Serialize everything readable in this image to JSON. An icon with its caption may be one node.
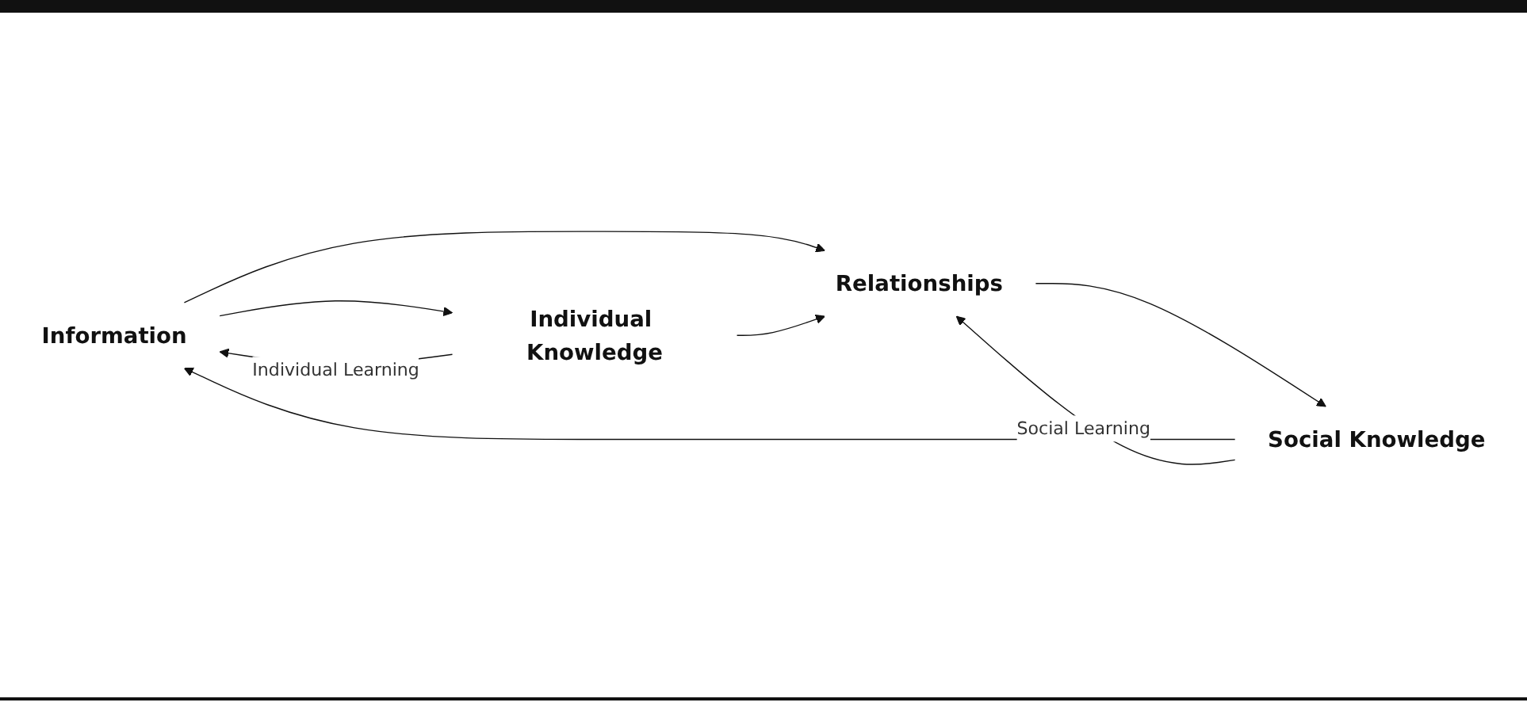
{
  "diagram": {
    "nodes": [
      {
        "text": [
          "Information"
        ]
      },
      {
        "text": [
          "Social Knowledge"
        ]
      },
      {
        "text": [
          "Individual Knowledge"
        ]
      },
      {
        "text": [
          "Relationships"
        ]
      }
    ],
    "edges": [
      {
        "from": 1,
        "to": 0,
        "arrow": "to"
      },
      {
        "from": 0,
        "to": 2,
        "arrow": "to"
      },
      {
        "from": 2,
        "to": 0,
        "arrow": "to",
        "label": "Individual Learning"
      },
      {
        "from": 0,
        "to": 3,
        "arrow": "to"
      },
      {
        "from": 2,
        "to": 3,
        "arrow": "to"
      },
      {
        "from": 3,
        "to": 1,
        "arrow": "to"
      },
      {
        "from": 1,
        "to": 3,
        "arrow": "to",
        "label": "Social Learning"
      }
    ]
  }
}
